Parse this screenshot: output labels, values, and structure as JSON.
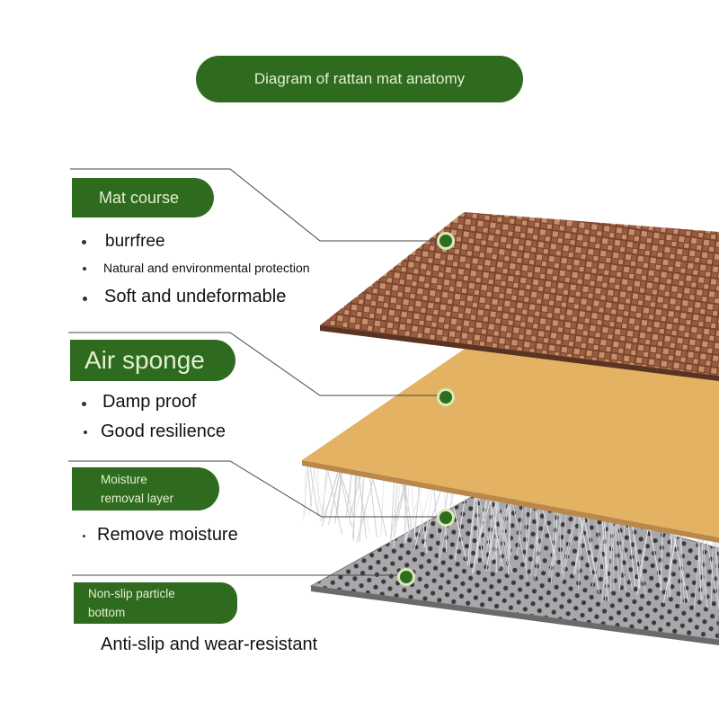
{
  "title": "Diagram of rattan mat anatomy",
  "layers": [
    {
      "label": "Mat course",
      "features": [
        "burrfree",
        "Natural and environmental protection",
        "Soft and undeformable"
      ]
    },
    {
      "label": "Air sponge",
      "features": [
        "Damp proof",
        "Good resilience"
      ]
    },
    {
      "label_lines": [
        "Moisture",
        "removal layer"
      ],
      "features": [
        "Remove moisture"
      ]
    },
    {
      "label_lines": [
        "Non-slip particle",
        "bottom"
      ],
      "features": [
        "Anti-slip and wear-resistant"
      ]
    }
  ],
  "colors": {
    "label_green": "#2e6b1f",
    "label_text": "#e4efcf",
    "rattan_dark": "#7a4630",
    "rattan_light": "#c7906a",
    "sponge": "#e3b262",
    "base_grey": "#a8a8ac"
  }
}
